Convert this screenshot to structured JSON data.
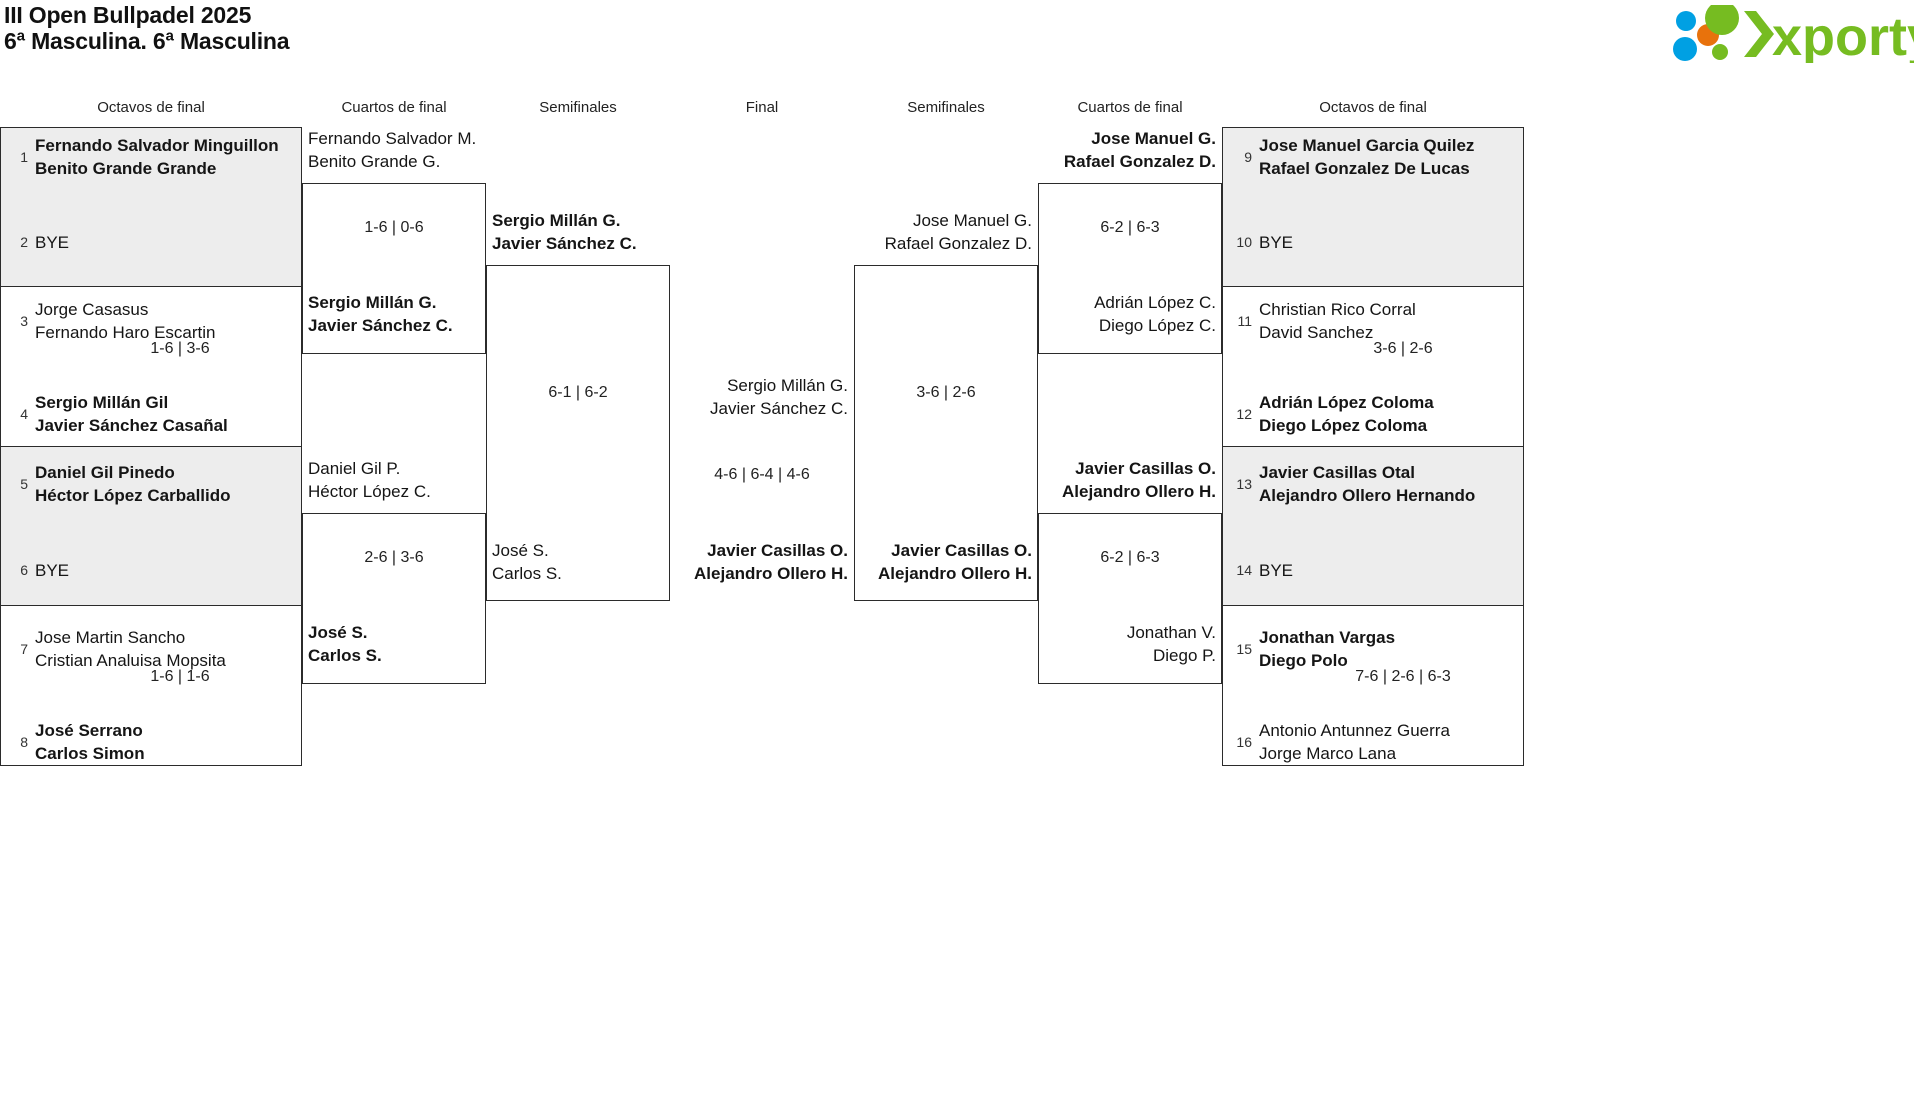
{
  "header": {
    "title_line1": "III Open Bullpadel 2025",
    "title_line2": "6ª Masculina. 6ª Masculina",
    "logo_text": "xporty"
  },
  "round_headers": {
    "left_r16": "Octavos de final",
    "left_qf": "Cuartos de final",
    "left_sf": "Semifinales",
    "final": "Final",
    "right_sf": "Semifinales",
    "right_qf": "Cuartos de final",
    "right_r16": "Octavos de final"
  },
  "bracket": {
    "left_r16": [
      {
        "seed": "1",
        "p1": "Fernando Salvador Minguillon",
        "p2": "Benito Grande Grande",
        "winner": true
      },
      {
        "seed": "2",
        "p1": "BYE",
        "p2": "",
        "winner": false,
        "bye": true
      },
      {
        "seed": "3",
        "p1": "Jorge Casasus",
        "p2": "Fernando Haro Escartin",
        "winner": false
      },
      {
        "seed": "4",
        "p1": "Sergio Millán Gil",
        "p2": "Javier Sánchez Casañal",
        "winner": true
      },
      {
        "seed": "5",
        "p1": "Daniel Gil Pinedo",
        "p2": "Héctor López Carballido",
        "winner": true
      },
      {
        "seed": "6",
        "p1": "BYE",
        "p2": "",
        "winner": false,
        "bye": true
      },
      {
        "seed": "7",
        "p1": "Jose Martin Sancho",
        "p2": "Cristian Analuisa Mopsita",
        "winner": false
      },
      {
        "seed": "8",
        "p1": "José Serrano",
        "p2": "Carlos Simon",
        "winner": true
      }
    ],
    "left_r16_scores": [
      "",
      "1-6 | 3-6",
      "",
      "1-6 | 1-6"
    ],
    "left_qf": [
      {
        "p1": "Fernando Salvador M.",
        "p2": "Benito Grande G.",
        "winner": false
      },
      {
        "p1": "Sergio Millán G.",
        "p2": "Javier Sánchez C.",
        "winner": true
      },
      {
        "p1": "Daniel Gil P.",
        "p2": "Héctor López C.",
        "winner": false
      },
      {
        "p1": "José S.",
        "p2": "Carlos S.",
        "winner": true
      }
    ],
    "left_qf_scores": [
      "1-6 | 0-6",
      "2-6 | 3-6"
    ],
    "left_sf": [
      {
        "p1": "Sergio Millán G.",
        "p2": "Javier Sánchez C.",
        "winner": true
      },
      {
        "p1": "José S.",
        "p2": "Carlos S.",
        "winner": false
      }
    ],
    "left_sf_score": "6-1 | 6-2",
    "final": [
      {
        "p1": "Sergio Millán G.",
        "p2": "Javier Sánchez C.",
        "winner": false
      },
      {
        "p1": "Javier Casillas O.",
        "p2": "Alejandro Ollero H.",
        "winner": true
      }
    ],
    "final_score": "4-6 | 6-4 | 4-6",
    "right_sf": [
      {
        "p1": "Jose Manuel G.",
        "p2": "Rafael Gonzalez D.",
        "winner": false
      },
      {
        "p1": "Javier Casillas O.",
        "p2": "Alejandro Ollero H.",
        "winner": true
      }
    ],
    "right_sf_score": "3-6 | 2-6",
    "right_qf": [
      {
        "p1": "Jose Manuel G.",
        "p2": "Rafael Gonzalez D.",
        "winner": true
      },
      {
        "p1": "Adrián López C.",
        "p2": "Diego López C.",
        "winner": false
      },
      {
        "p1": "Javier Casillas O.",
        "p2": "Alejandro Ollero H.",
        "winner": true
      },
      {
        "p1": "Jonathan V.",
        "p2": "Diego P.",
        "winner": false
      }
    ],
    "right_qf_scores": [
      "6-2 | 6-3",
      "6-2 | 6-3"
    ],
    "right_r16": [
      {
        "seed": "9",
        "p1": "Jose Manuel Garcia Quilez",
        "p2": "Rafael Gonzalez De Lucas",
        "winner": true
      },
      {
        "seed": "10",
        "p1": "BYE",
        "p2": "",
        "winner": false,
        "bye": true
      },
      {
        "seed": "11",
        "p1": "Christian Rico Corral",
        "p2": "David Sanchez",
        "winner": false
      },
      {
        "seed": "12",
        "p1": "Adrián López Coloma",
        "p2": "Diego López Coloma",
        "winner": true
      },
      {
        "seed": "13",
        "p1": "Javier Casillas Otal",
        "p2": "Alejandro Ollero Hernando",
        "winner": true
      },
      {
        "seed": "14",
        "p1": "BYE",
        "p2": "",
        "winner": false,
        "bye": true
      },
      {
        "seed": "15",
        "p1": "Jonathan Vargas",
        "p2": "Diego Polo",
        "winner": true
      },
      {
        "seed": "16",
        "p1": "Antonio Antunnez Guerra",
        "p2": "Jorge Marco Lana",
        "winner": false
      }
    ],
    "right_r16_scores": [
      "",
      "3-6 | 2-6",
      "",
      "7-6 | 2-6 | 6-3"
    ]
  },
  "colors": {
    "brand_green": "#76bc21",
    "brand_blue": "#00a0e3",
    "brand_orange": "#e8720c",
    "row_gray": "#ededed",
    "border": "#2b2b2b"
  }
}
